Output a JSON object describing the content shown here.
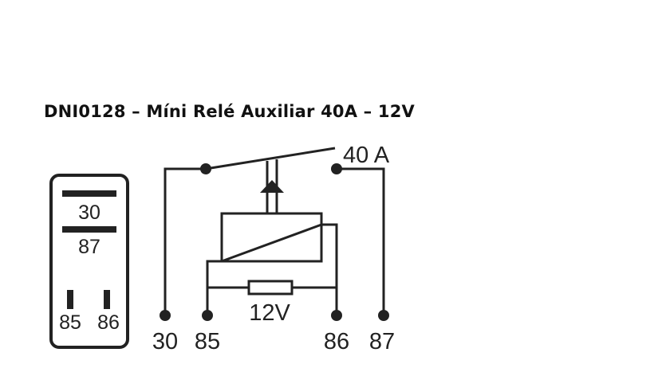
{
  "title": "DNI0128 – Míni Relé Auxiliar 40A – 12V",
  "pinout": {
    "pin_top": "30",
    "pin_middle": "87",
    "pin_left": "85",
    "pin_right": "86"
  },
  "schematic": {
    "contact_rating": "40 A",
    "coil_voltage": "12V",
    "terminals": [
      "30",
      "85",
      "86",
      "87"
    ]
  }
}
